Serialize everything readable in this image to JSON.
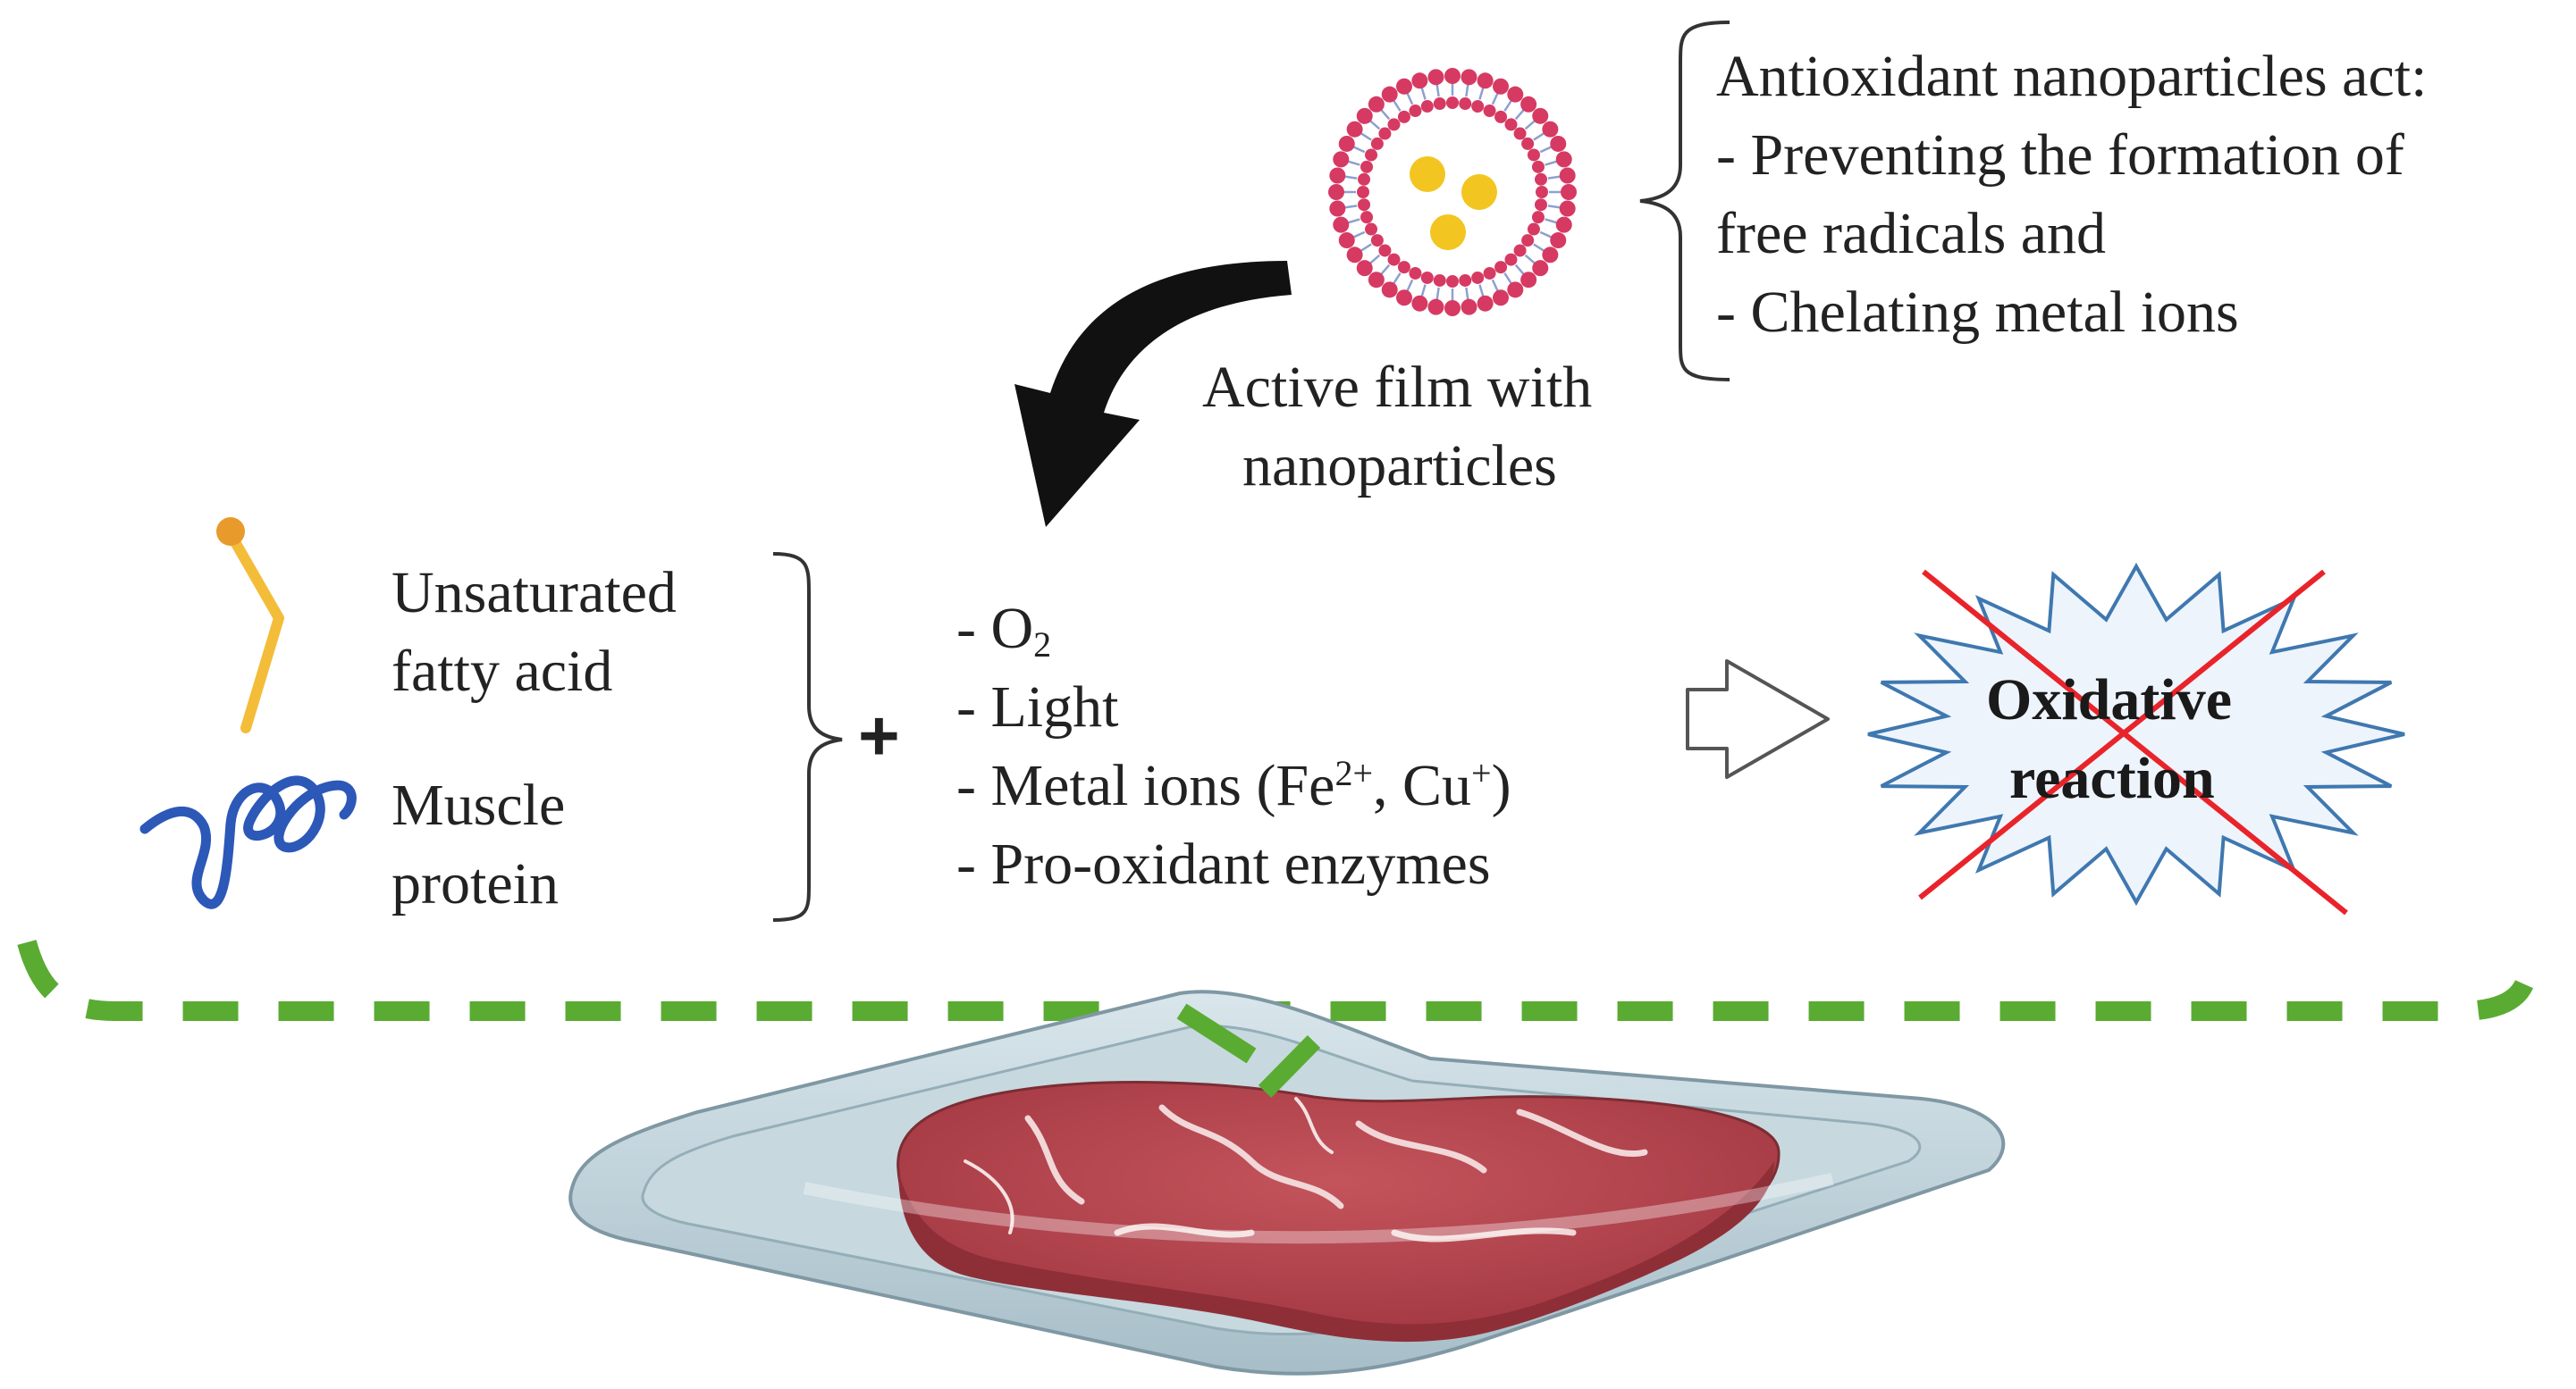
{
  "nanoparticle": {
    "caption_line1": "Active film with",
    "caption_line2": "nanoparticles"
  },
  "antioxidant_note": {
    "heading": "Antioxidant nanoparticles act:",
    "line1": "- Preventing the formation of",
    "line2": "free radicals and",
    "line3": "- Chelating metal ions"
  },
  "substrates": {
    "fatty_acid_line1": "Unsaturated",
    "fatty_acid_line2": "fatty acid",
    "protein_line1": "Muscle",
    "protein_line2": "protein"
  },
  "plus_sign": "+",
  "factors": {
    "o2_prefix": "- O",
    "o2_sub": "2",
    "light": "- Light",
    "metal_prefix": "- Metal ions (Fe",
    "metal_fe_charge": "2+",
    "metal_mid": ", Cu",
    "metal_cu_charge": "+",
    "metal_suffix": ")",
    "enzymes": "- Pro-oxidant enzymes"
  },
  "result": {
    "line1": "Oxidative",
    "line2": "reaction"
  },
  "colors": {
    "green_dash": "#5aab32",
    "red_cross": "#e8242a",
    "burst_fill": "#eef4fb",
    "burst_stroke": "#3f78b0",
    "fatty_acid_stroke": "#f3bd3a",
    "protein_stroke": "#2c58b8",
    "lipid_head": "#d63a62",
    "core": "#f3c520"
  },
  "icons": [
    "nanoparticle-liposome-icon",
    "curved-arrow-icon",
    "fatty-acid-icon",
    "protein-coil-icon",
    "block-arrow-icon",
    "burst-icon",
    "meat-tray-icon"
  ]
}
